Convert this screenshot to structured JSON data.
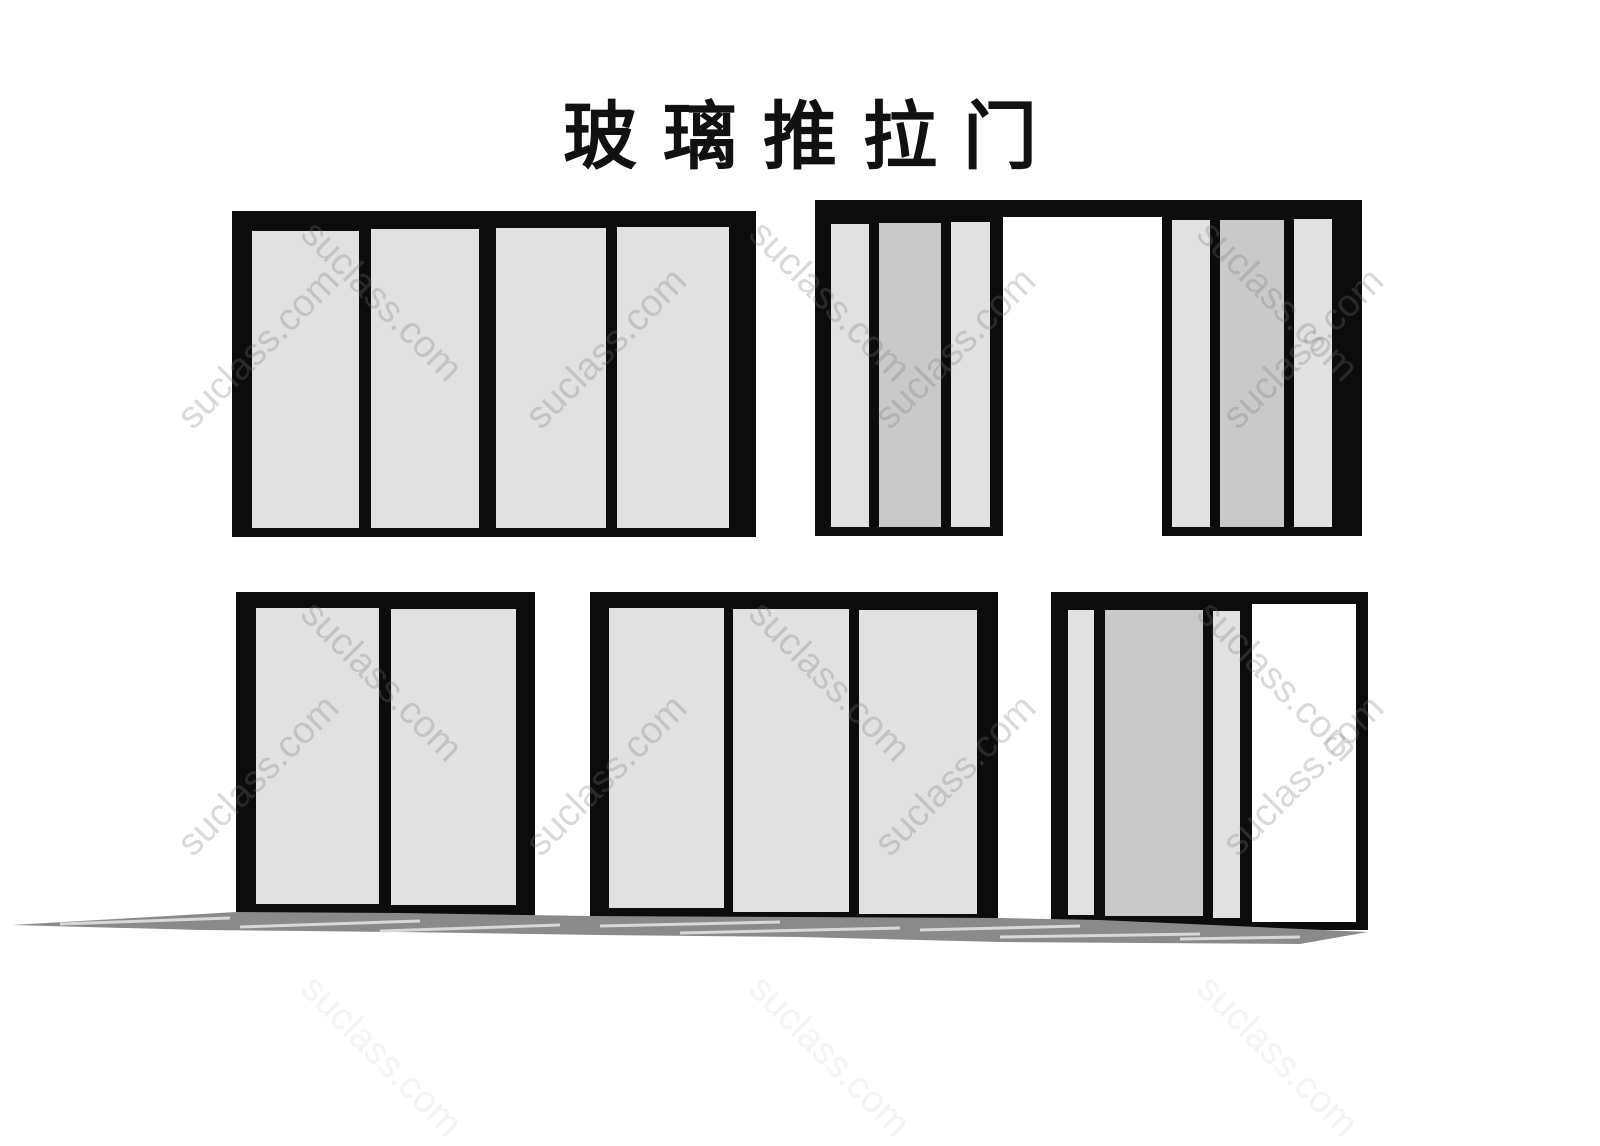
{
  "title": "玻璃推拉门",
  "watermark_text": "suclass.com",
  "colors": {
    "frame": "#0c0c0c",
    "glass_light": "#e1e1e1",
    "glass_mid": "#c9c9c9",
    "opening": "#ffffff",
    "shadow": "#8a8a8a",
    "background": "#ffffff"
  },
  "doors": [
    {
      "id": "door-1",
      "type": "4-panel sliding",
      "panels": [
        "light",
        "light",
        "light",
        "light"
      ]
    },
    {
      "id": "door-2",
      "type": "6-panel sliding, center open",
      "panels": [
        "light",
        "mid",
        "light",
        "open",
        "light",
        "mid",
        "light"
      ]
    },
    {
      "id": "door-3",
      "type": "2-panel sliding",
      "panels": [
        "light",
        "light"
      ]
    },
    {
      "id": "door-4",
      "type": "3-panel sliding",
      "panels": [
        "light",
        "light",
        "light"
      ]
    },
    {
      "id": "door-5",
      "type": "3-panel sliding, side open",
      "panels": [
        "light",
        "mid",
        "light",
        "open"
      ]
    }
  ]
}
